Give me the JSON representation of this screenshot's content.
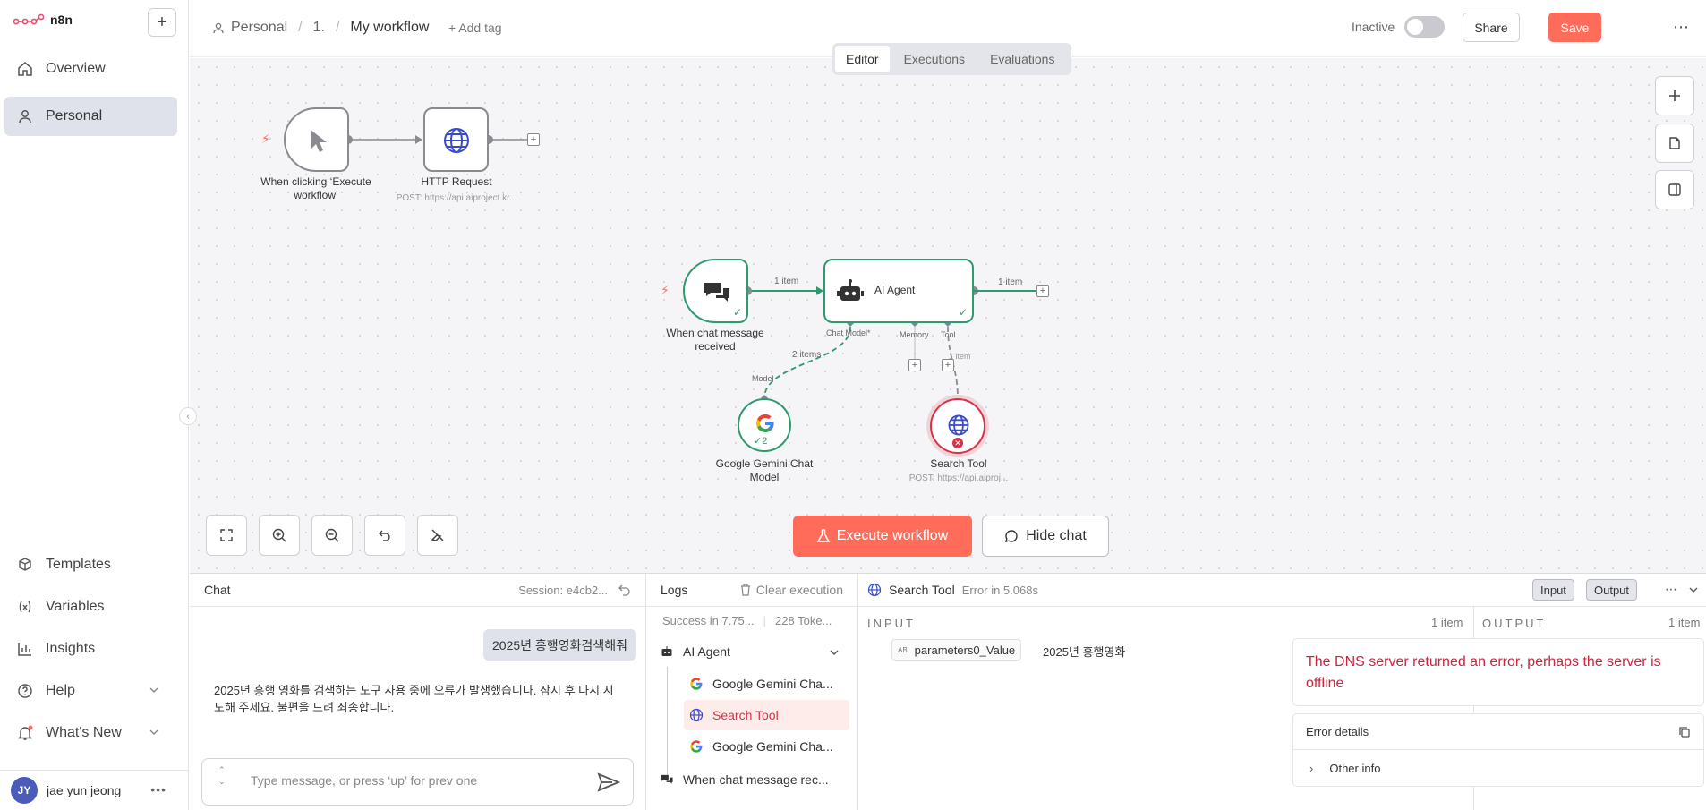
{
  "app": {
    "logo": "n8n"
  },
  "sidebar": {
    "items": [
      {
        "label": "Overview",
        "icon": "home-icon"
      },
      {
        "label": "Personal",
        "icon": "user-icon"
      }
    ],
    "bottom_items": [
      {
        "label": "Templates",
        "icon": "box-icon"
      },
      {
        "label": "Variables",
        "icon": "variable-icon"
      },
      {
        "label": "Insights",
        "icon": "chart-icon"
      },
      {
        "label": "Help",
        "icon": "help-icon"
      },
      {
        "label": "What's New",
        "icon": "bell-icon"
      }
    ],
    "user": {
      "initials": "JY",
      "name": "jae yun jeong"
    }
  },
  "header": {
    "project": "Personal",
    "folder": "1.",
    "workflow": "My workflow",
    "add_tag": "+ Add tag",
    "status": "Inactive",
    "share": "Share",
    "save": "Save"
  },
  "tabs": [
    "Editor",
    "Executions",
    "Evaluations"
  ],
  "canvas": {
    "nodes": {
      "manual_trigger": "When clicking ‘Execute workflow’",
      "http_request": "HTTP Request",
      "http_sub": "POST: https://api.aiproject.kr...",
      "chat_trigger": "When chat message received",
      "ai_agent": "AI Agent",
      "gemini": "Google Gemini Chat Model",
      "gemini_badge": "2",
      "search_tool": "Search Tool",
      "search_sub": "POST: https://api.aiproj..."
    },
    "connections": {
      "chat_to_agent": "1 item",
      "agent_out": "1 item",
      "model_items": "2 items",
      "chat_model": "Chat Model*",
      "memory": "Memory",
      "tool": "Tool",
      "model": "Model",
      "ai_item": "1 item"
    },
    "execute": "Execute workflow",
    "hide_chat": "Hide chat"
  },
  "chat": {
    "title": "Chat",
    "session": "Session: e4cb2...",
    "user_message": "2025년 흥행영화검색해줘",
    "bot_message": "2025년 흥행 영화를 검색하는 도구 사용 중에 오류가 발생했습니다. 잠시 후 다시 시도해 주세요. 불편을 드려 죄송합니다.",
    "placeholder": "Type message, or press ‘up’ for prev one"
  },
  "logs": {
    "title": "Logs",
    "clear": "Clear execution",
    "summary": "Success in 7.75...",
    "tokens": "228 Toke...",
    "tree": [
      {
        "label": "AI Agent",
        "level": 0
      },
      {
        "label": "Google Gemini Cha...",
        "level": 1
      },
      {
        "label": "Search Tool",
        "level": 1
      },
      {
        "label": "Google Gemini Cha...",
        "level": 1
      },
      {
        "label": "When chat message rec...",
        "level": 0
      }
    ]
  },
  "detail": {
    "node": "Search Tool",
    "status": "Error in 5.068s",
    "input_btn": "Input",
    "output_btn": "Output",
    "input_label": "INPUT",
    "input_count": "1 item",
    "param_type": "AB",
    "param_name": "parameters0_Value",
    "param_value": "2025년 흥행영화",
    "output_label": "OUTPUT",
    "output_count": "1 item",
    "error_message": "The DNS server returned an error, perhaps the server is offline",
    "error_details": "Error details",
    "other_info": "Other info"
  },
  "colors": {
    "accent": "#ff6d5a",
    "success": "#2e9b6e",
    "error": "#d93149"
  }
}
